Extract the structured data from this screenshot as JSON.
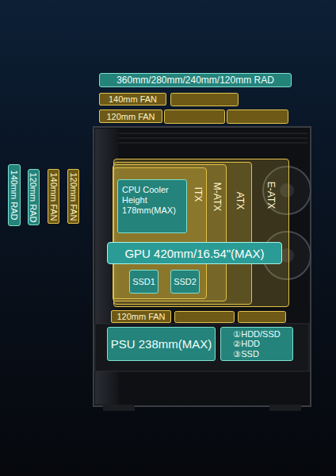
{
  "diagram": {
    "nodes": [
      {
        "text": [
          "360mm/280mm/240mm/120mm RAD"
        ]
      },
      {
        "text": [
          "140mm FAN"
        ]
      },
      {
        "text": [
          "120mm FAN"
        ]
      },
      {
        "text": [
          "140mm RAD"
        ]
      },
      {
        "text": [
          "120mm RAD"
        ]
      },
      {
        "text": [
          "140mm FAN"
        ]
      },
      {
        "text": [
          "120mm FAN"
        ]
      },
      {
        "text": [
          "E-ATX"
        ]
      },
      {
        "text": [
          "ATX"
        ],
        "in": 7
      },
      {
        "text": [
          "M-ATX"
        ],
        "in": 8
      },
      {
        "text": [
          "ITX"
        ],
        "in": 9
      },
      {
        "text": [
          "CPU Cooler Height 178mm(MAX)"
        ],
        "in": 10
      },
      {
        "text": [
          "GPU 420mm/16.54\"(MAX)"
        ]
      },
      {
        "text": [
          "SSD1"
        ],
        "in": 10
      },
      {
        "text": [
          "SSD2"
        ],
        "in": 10
      },
      {
        "text": [
          "120mm FAN"
        ]
      },
      {
        "text": [
          "PSU 238mm(MAX)"
        ]
      },
      {
        "text": [
          "①HDD/SSD ②HDD ③SSD"
        ]
      }
    ]
  }
}
